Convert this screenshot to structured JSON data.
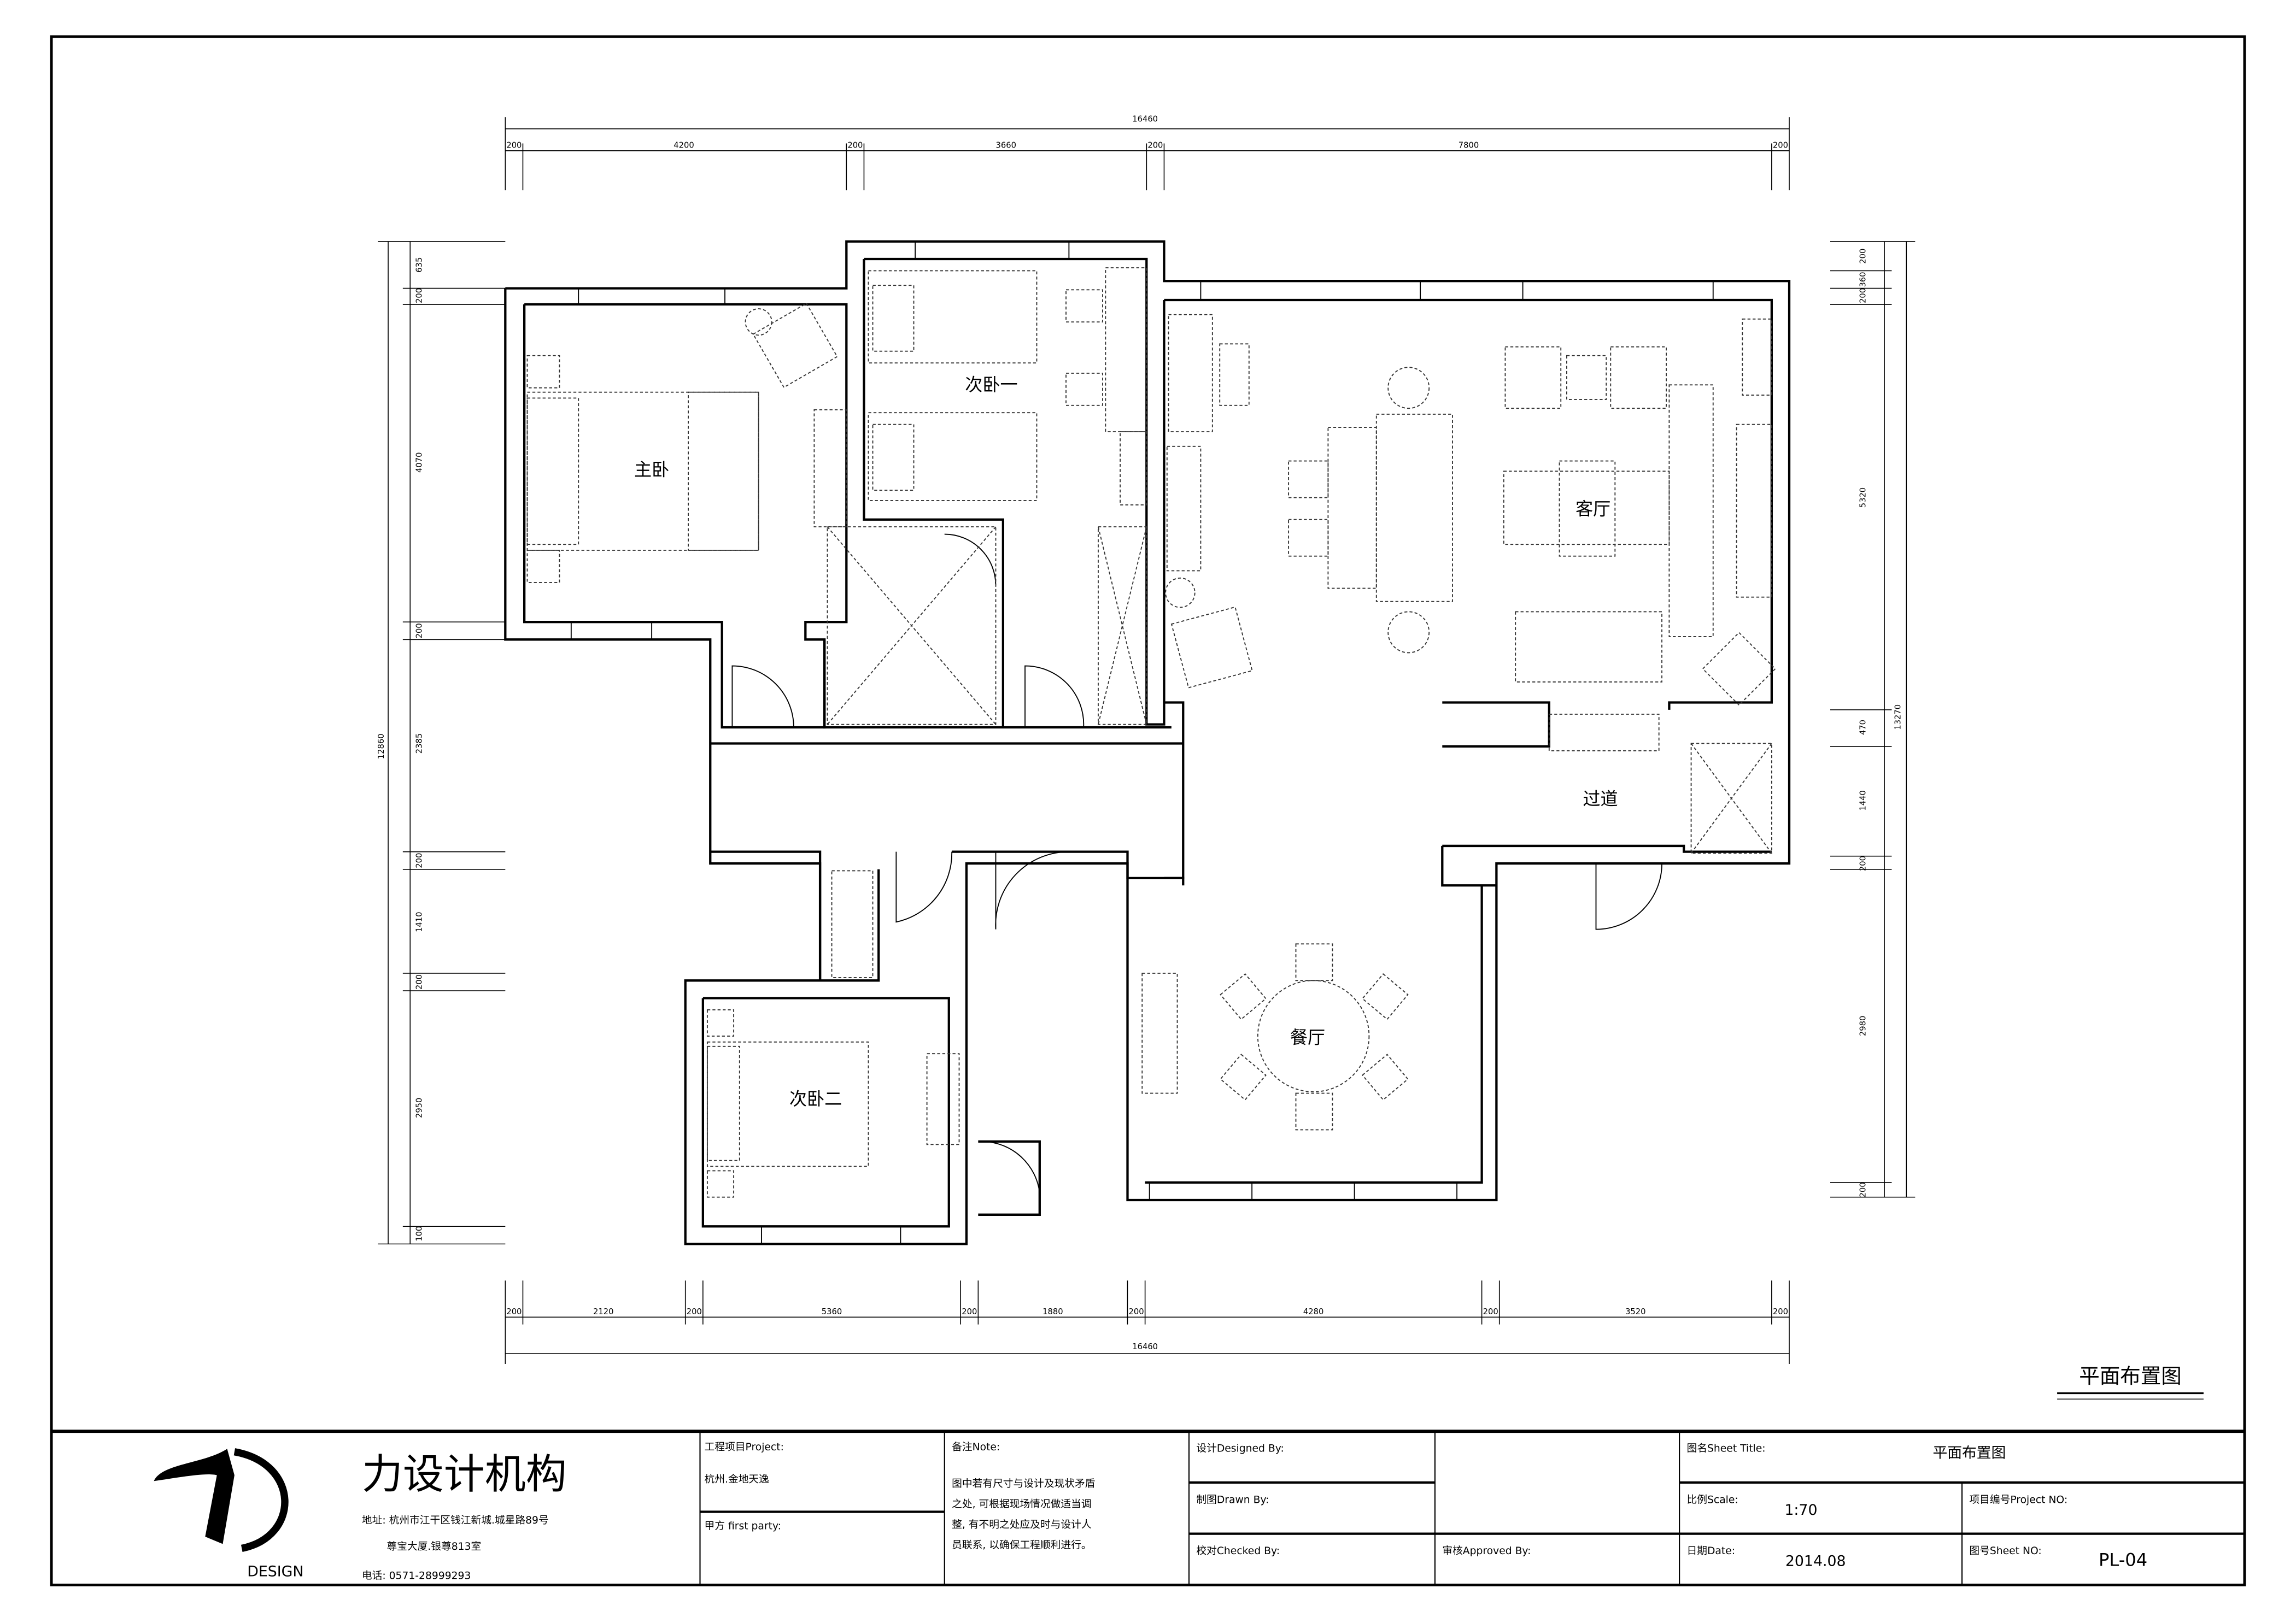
{
  "sheet_label": "平面布置图",
  "rooms": {
    "master_bedroom": "主卧",
    "bedroom_1": "次卧一",
    "living_room": "客厅",
    "corridor": "过道",
    "dining_room": "餐厅",
    "bedroom_2": "次卧二"
  },
  "dimensions": {
    "top_total": "16460",
    "top": [
      "200",
      "4200",
      "200",
      "3660",
      "200",
      "7800",
      "200"
    ],
    "bottom_total": "16460",
    "bottom": [
      "200",
      "2120",
      "200",
      "5360",
      "200",
      "1880",
      "200",
      "4280",
      "200",
      "3520",
      "200"
    ],
    "left_total": "12860",
    "left": [
      "635",
      "200",
      "4070",
      "200",
      "2385",
      "200",
      "1410",
      "200",
      "2950",
      "100"
    ],
    "right_total": "13270",
    "right": [
      "200",
      "360",
      "200",
      "5320",
      "470",
      "1440",
      "200",
      "2980",
      "200"
    ]
  },
  "title_block": {
    "company": "力设计机构",
    "logo_text": "DESIGN",
    "address_line1": "地址: 杭州市江干区钱江新城.城星路89号",
    "address_line2": "尊宝大厦.银尊813室",
    "phone": "电话: 0571-28999293",
    "project_label": "工程项目Project:",
    "project_value": "杭州.金地天逸",
    "client_label": "甲方 first party:",
    "note_label": "备注Note:",
    "note_lines": [
      "图中若有尺寸与设计及现状矛盾",
      "之处, 可根据现场情况做适当调",
      "整, 有不明之处应及时与设计人",
      "员联系, 以确保工程顺利进行。"
    ],
    "designed_by_label": "设计Designed By:",
    "drawn_by_label": "制图Drawn By:",
    "checked_by_label": "校对Checked By:",
    "approved_by_label": "审核Approved By:",
    "sheet_title_label": "图名Sheet Title:",
    "sheet_title_value": "平面布置图",
    "scale_label": "比例Scale:",
    "scale_value": "1:70",
    "project_no_label": "项目编号Project NO:",
    "date_label": "日期Date:",
    "date_value": "2014.08",
    "sheet_no_label": "图号Sheet NO:",
    "sheet_no_value": "PL-04"
  }
}
